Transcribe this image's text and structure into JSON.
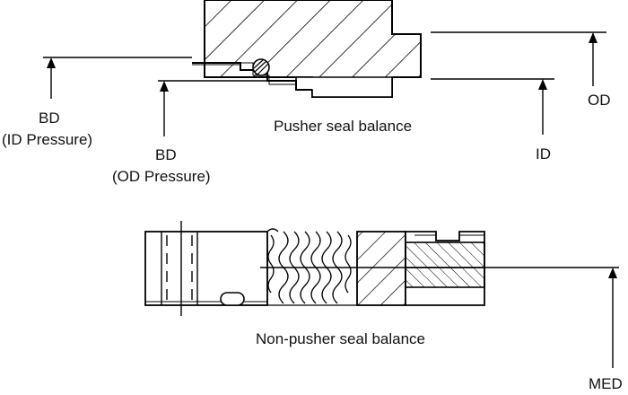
{
  "labels": {
    "pusher_title": "Pusher seal balance",
    "nonpusher_title": "Non-pusher seal balance",
    "bd_id_1": "BD",
    "bd_id_2": "(ID Pressure)",
    "bd_od_1": "BD",
    "bd_od_2": "(OD Pressure)",
    "id": "ID",
    "od": "OD",
    "med": "MED"
  }
}
